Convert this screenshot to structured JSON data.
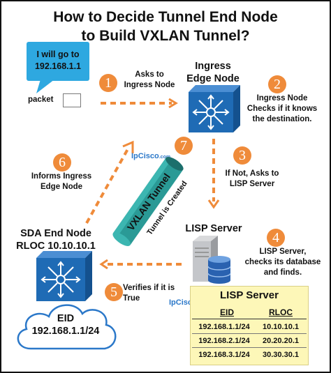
{
  "title": {
    "line1": "How to Decide Tunnel End Node",
    "line2": "to Build VXLAN Tunnel?"
  },
  "bubble": {
    "line1": "I will go to",
    "line2": "192.168.1.1"
  },
  "packet_label": "packet",
  "ingress": {
    "line1": "Ingress",
    "line2": "Edge Node"
  },
  "lisp_server_label": "LISP Server",
  "sda": {
    "line1": "SDA End Node",
    "line2": "RLOC 10.10.10.1"
  },
  "cloud": {
    "line1": "EID",
    "line2": "192.168.1.1/24"
  },
  "steps": [
    {
      "number": "1",
      "lines": [
        "Asks to",
        "Ingress Node"
      ]
    },
    {
      "number": "2",
      "lines": [
        "Ingress Node",
        "Checks if it knows",
        "the destination."
      ]
    },
    {
      "number": "3",
      "lines": [
        "If Not, Asks to",
        "LISP Server"
      ]
    },
    {
      "number": "4",
      "lines": [
        "LISP Server,",
        "checks its database",
        "and finds."
      ]
    },
    {
      "number": "5",
      "lines": [
        "Verifies if it is",
        "True"
      ]
    },
    {
      "number": "6",
      "lines": [
        "Informs Ingress",
        "Edge Node"
      ]
    },
    {
      "number": "7",
      "lines": []
    }
  ],
  "tunnel": {
    "label": "VXLAN Tunnel",
    "created": "Tunnel is Created"
  },
  "watermark": {
    "brand": "IpCisco",
    "suffix": ".com"
  },
  "lisp_table": {
    "title": "LISP Server",
    "headers": [
      "EID",
      "RLOC"
    ],
    "rows": [
      [
        "192.168.1.1/24",
        "10.10.10.1"
      ],
      [
        "192.168.2.1/24",
        "20.20.20.1"
      ],
      [
        "192.168.3.1/24",
        "30.30.30.1"
      ]
    ]
  },
  "colors": {
    "arrow": "#ef8b3a",
    "step_circle": "#ef8b3a",
    "router": "#1f6bb5",
    "tunnel": "#2a9a96",
    "bubble": "#2ea8e0",
    "table_bg": "#fdf7b8"
  }
}
